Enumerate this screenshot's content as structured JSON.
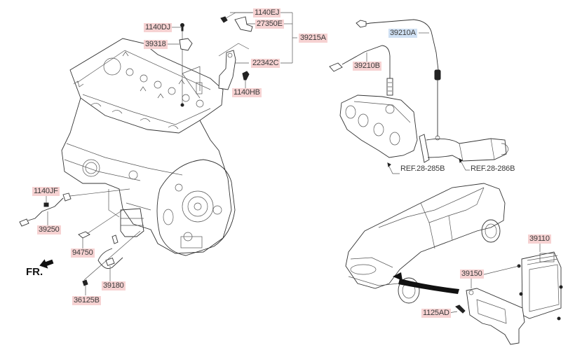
{
  "diagram": {
    "title": "Engine control / sensors exploded view",
    "front_marker": "FR.",
    "labels": {
      "p1140DJ": "1140DJ",
      "p39318": "39318",
      "p1140EJ": "1140EJ",
      "p27350E": "27350E",
      "p39215A": "39215A",
      "p22342C": "22342C",
      "p1140HB": "1140HB",
      "p39210A": "39210A",
      "p39210B": "39210B",
      "ref285B": "REF.28-285B",
      "ref286B": "REF.28-286B",
      "p1140JF": "1140JF",
      "p39250": "39250",
      "p94750": "94750",
      "p39180": "39180",
      "p36125B": "36125B",
      "p39110": "39110",
      "p39150": "39150",
      "p1125AD": "1125AD"
    },
    "colors": {
      "label_bg": "#f6d2d2",
      "highlight_bg": "#cfe0f3",
      "line": "#333333"
    }
  }
}
